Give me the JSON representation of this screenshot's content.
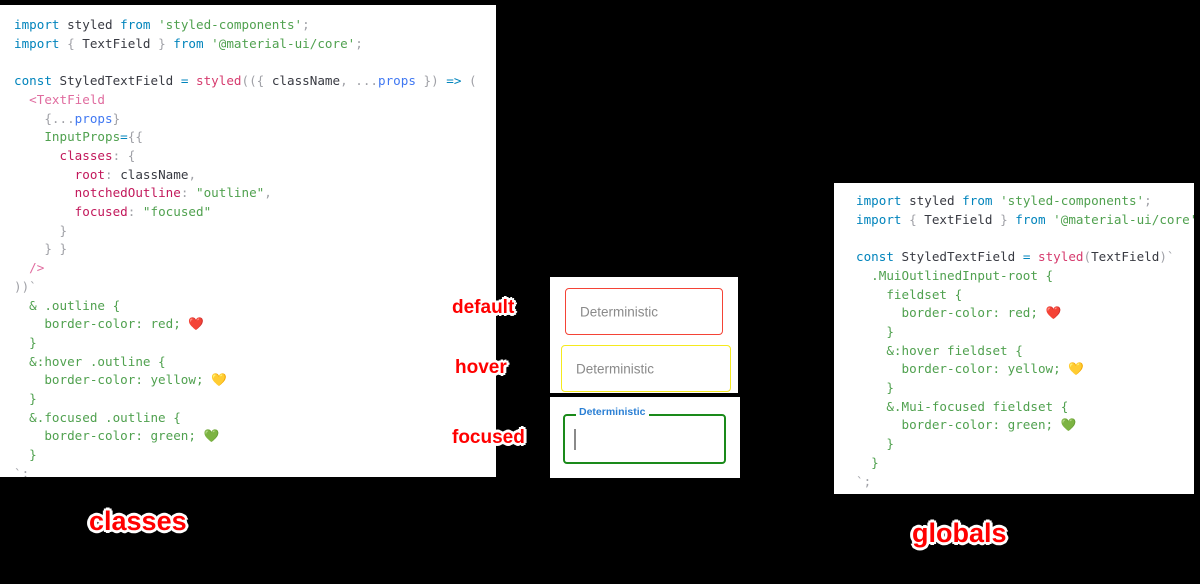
{
  "background_color": "#000000",
  "accent_color": "#ff0000",
  "left_panel": {
    "name": "classes-approach-code",
    "lines": [
      [
        {
          "t": "import ",
          "c": "kw"
        },
        {
          "t": "styled",
          "c": "id"
        },
        {
          "t": " from ",
          "c": "kw"
        },
        {
          "t": "'styled-components'",
          "c": "str"
        },
        {
          "t": ";",
          "c": "punc"
        }
      ],
      [
        {
          "t": "import ",
          "c": "kw"
        },
        {
          "t": "{ ",
          "c": "punc"
        },
        {
          "t": "TextField",
          "c": "id"
        },
        {
          "t": " }",
          "c": "punc"
        },
        {
          "t": " from ",
          "c": "kw"
        },
        {
          "t": "'@material-ui/core'",
          "c": "str"
        },
        {
          "t": ";",
          "c": "punc"
        }
      ],
      [],
      [
        {
          "t": "const ",
          "c": "kw"
        },
        {
          "t": "StyledTextField",
          "c": "id"
        },
        {
          "t": " = ",
          "c": "op"
        },
        {
          "t": "styled",
          "c": "fnp"
        },
        {
          "t": "((",
          "c": "punc"
        },
        {
          "t": "{ ",
          "c": "punc"
        },
        {
          "t": "className",
          "c": "id"
        },
        {
          "t": ", ",
          "c": "punc"
        },
        {
          "t": "...",
          "c": "punc"
        },
        {
          "t": "props",
          "c": "var"
        },
        {
          "t": " })",
          "c": "punc"
        },
        {
          "t": " => ",
          "c": "op"
        },
        {
          "t": "(",
          "c": "punc"
        }
      ],
      [
        {
          "t": "  <",
          "c": "tag"
        },
        {
          "t": "TextField",
          "c": "tag"
        }
      ],
      [
        {
          "t": "    {",
          "c": "punc"
        },
        {
          "t": "...",
          "c": "punc"
        },
        {
          "t": "props",
          "c": "var"
        },
        {
          "t": "}",
          "c": "punc"
        }
      ],
      [
        {
          "t": "    ",
          "c": "punc"
        },
        {
          "t": "InputProps",
          "c": "attr"
        },
        {
          "t": "=",
          "c": "op"
        },
        {
          "t": "{{",
          "c": "punc"
        }
      ],
      [
        {
          "t": "      ",
          "c": "punc"
        },
        {
          "t": "classes",
          "c": "prop"
        },
        {
          "t": ": ",
          "c": "punc"
        },
        {
          "t": "{",
          "c": "punc"
        }
      ],
      [
        {
          "t": "        ",
          "c": "punc"
        },
        {
          "t": "root",
          "c": "prop"
        },
        {
          "t": ": ",
          "c": "punc"
        },
        {
          "t": "className",
          "c": "id"
        },
        {
          "t": ",",
          "c": "punc"
        }
      ],
      [
        {
          "t": "        ",
          "c": "punc"
        },
        {
          "t": "notchedOutline",
          "c": "prop"
        },
        {
          "t": ": ",
          "c": "punc"
        },
        {
          "t": "\"outline\"",
          "c": "str"
        },
        {
          "t": ",",
          "c": "punc"
        }
      ],
      [
        {
          "t": "        ",
          "c": "punc"
        },
        {
          "t": "focused",
          "c": "prop"
        },
        {
          "t": ": ",
          "c": "punc"
        },
        {
          "t": "\"focused\"",
          "c": "str"
        }
      ],
      [
        {
          "t": "      }",
          "c": "punc"
        }
      ],
      [
        {
          "t": "    } }",
          "c": "punc"
        }
      ],
      [
        {
          "t": "  />",
          "c": "tag"
        }
      ],
      [
        {
          "t": "))`",
          "c": "punc"
        }
      ],
      [
        {
          "t": "  & .outline {",
          "c": "css"
        }
      ],
      [
        {
          "t": "    border-color: red; ",
          "c": "css"
        },
        {
          "t": "❤️",
          "c": "emoji"
        }
      ],
      [
        {
          "t": "  }",
          "c": "css"
        }
      ],
      [
        {
          "t": "  &:hover .outline {",
          "c": "css"
        }
      ],
      [
        {
          "t": "    border-color: yellow; ",
          "c": "css"
        },
        {
          "t": "💛",
          "c": "emoji"
        }
      ],
      [
        {
          "t": "  }",
          "c": "css"
        }
      ],
      [
        {
          "t": "  &.focused .outline {",
          "c": "css"
        }
      ],
      [
        {
          "t": "    border-color: green; ",
          "c": "css"
        },
        {
          "t": "💚",
          "c": "emoji"
        }
      ],
      [
        {
          "t": "  }",
          "c": "css"
        }
      ],
      [
        {
          "t": "`;",
          "c": "punc"
        }
      ]
    ]
  },
  "right_panel": {
    "name": "globals-approach-code",
    "lines": [
      [
        {
          "t": "import ",
          "c": "kw"
        },
        {
          "t": "styled",
          "c": "id"
        },
        {
          "t": " from ",
          "c": "kw"
        },
        {
          "t": "'styled-components'",
          "c": "str"
        },
        {
          "t": ";",
          "c": "punc"
        }
      ],
      [
        {
          "t": "import ",
          "c": "kw"
        },
        {
          "t": "{ ",
          "c": "punc"
        },
        {
          "t": "TextField",
          "c": "id"
        },
        {
          "t": " }",
          "c": "punc"
        },
        {
          "t": " from ",
          "c": "kw"
        },
        {
          "t": "'@material-ui/core'",
          "c": "str"
        },
        {
          "t": ";",
          "c": "punc"
        }
      ],
      [],
      [
        {
          "t": "const ",
          "c": "kw"
        },
        {
          "t": "StyledTextField",
          "c": "id"
        },
        {
          "t": " = ",
          "c": "op"
        },
        {
          "t": "styled",
          "c": "fnp"
        },
        {
          "t": "(",
          "c": "punc"
        },
        {
          "t": "TextField",
          "c": "id"
        },
        {
          "t": ")`",
          "c": "punc"
        }
      ],
      [
        {
          "t": "  .MuiOutlinedInput-root {",
          "c": "css"
        }
      ],
      [
        {
          "t": "    fieldset {",
          "c": "css"
        }
      ],
      [
        {
          "t": "      border-color: red; ",
          "c": "css"
        },
        {
          "t": "❤️",
          "c": "emoji"
        }
      ],
      [
        {
          "t": "    }",
          "c": "css"
        }
      ],
      [
        {
          "t": "    &:hover fieldset {",
          "c": "css"
        }
      ],
      [
        {
          "t": "      border-color: yellow; ",
          "c": "css"
        },
        {
          "t": "💛",
          "c": "emoji"
        }
      ],
      [
        {
          "t": "    }",
          "c": "css"
        }
      ],
      [
        {
          "t": "    &.Mui-focused fieldset {",
          "c": "css"
        }
      ],
      [
        {
          "t": "      border-color: green; ",
          "c": "css"
        },
        {
          "t": "💚",
          "c": "emoji"
        }
      ],
      [
        {
          "t": "    }",
          "c": "css"
        }
      ],
      [
        {
          "t": "  }",
          "c": "css"
        }
      ],
      [
        {
          "t": "`;",
          "c": "punc"
        }
      ]
    ]
  },
  "demo": {
    "fields": {
      "default": {
        "text": "Deterministic",
        "border_color": "#f44336",
        "state": "default"
      },
      "hover": {
        "text": "Deterministic",
        "border_color": "#f5ea1e",
        "state": "hover"
      },
      "focused": {
        "label": "Deterministic",
        "value": "",
        "border_color": "#1a8a1a",
        "label_color": "#2a7fd4",
        "state": "focused"
      }
    }
  },
  "annotations": {
    "state_default": "default",
    "state_hover": "hover",
    "state_focused": "focused",
    "title_left": "classes",
    "title_right": "globals"
  }
}
